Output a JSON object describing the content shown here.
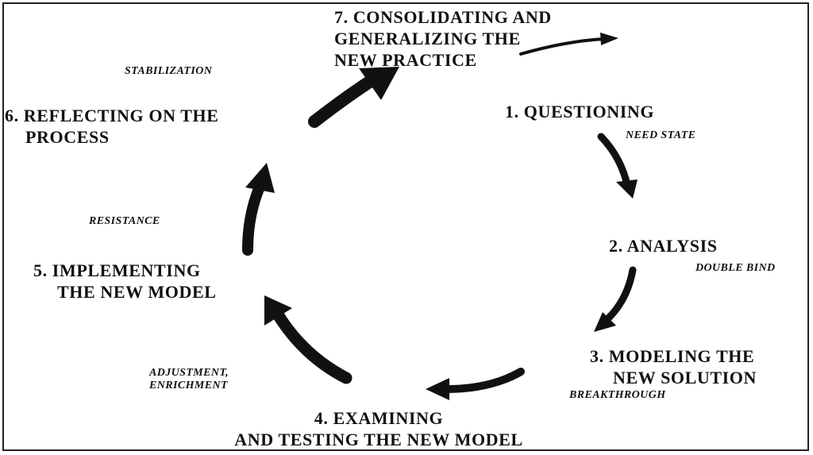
{
  "stages": [
    {
      "id": "questioning",
      "lines": [
        "1. QUESTIONING"
      ]
    },
    {
      "id": "analysis",
      "lines": [
        "2. ANALYSIS"
      ]
    },
    {
      "id": "modeling",
      "lines": [
        "3. MODELING THE",
        "NEW SOLUTION"
      ]
    },
    {
      "id": "examining",
      "lines": [
        "4. EXAMINING",
        "AND TESTING THE NEW MODEL"
      ]
    },
    {
      "id": "implementing",
      "lines": [
        "5. IMPLEMENTING",
        "THE NEW MODEL"
      ]
    },
    {
      "id": "reflecting",
      "lines": [
        "6. REFLECTING ON THE",
        "PROCESS"
      ]
    },
    {
      "id": "consolidating",
      "lines": [
        "7. CONSOLIDATING AND",
        "GENERALIZING THE",
        "NEW PRACTICE"
      ]
    }
  ],
  "states": [
    {
      "id": "need-state",
      "lines": [
        "NEED STATE"
      ]
    },
    {
      "id": "double-bind",
      "lines": [
        "DOUBLE BIND"
      ]
    },
    {
      "id": "breakthrough",
      "lines": [
        "BREAKTHROUGH"
      ]
    },
    {
      "id": "adjustment",
      "lines": [
        "ADJUSTMENT,",
        "ENRICHMENT"
      ]
    },
    {
      "id": "resistance",
      "lines": [
        "RESISTANCE"
      ]
    },
    {
      "id": "stabilization",
      "lines": [
        "STABILIZATION"
      ]
    }
  ],
  "colors": {
    "ink": "#111111",
    "background": "#ffffff",
    "frame": "#222222"
  }
}
